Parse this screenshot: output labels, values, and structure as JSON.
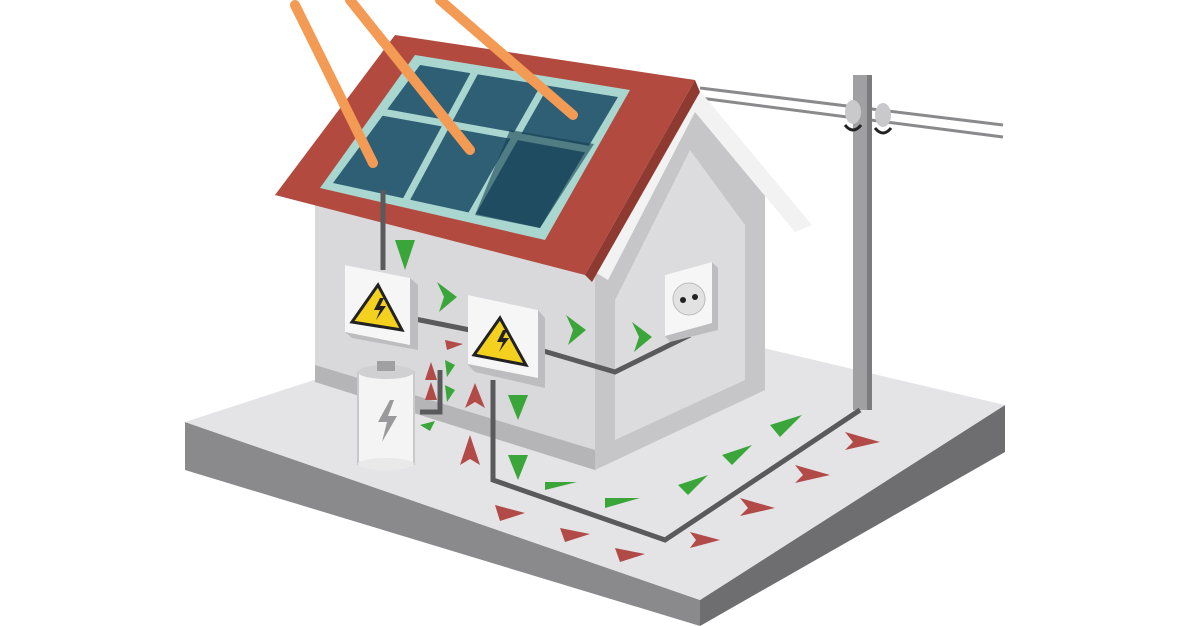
{
  "colors": {
    "background": "#ffffff",
    "roof": "#b24a3f",
    "solar_panel": "#2f5f75",
    "panel_frame": "#a9d6cf",
    "sun_rays": "#f39a55",
    "house_wall": "#d9d9db",
    "ground_top": "#e4e4e6",
    "ground_side": "#8a8a8c",
    "cable": "#5a5a5c",
    "flow_solar": "#3aa63a",
    "flow_grid": "#b24a48",
    "warning_sign": "#f4d11f"
  },
  "icons": [
    "sun-ray",
    "solar-panel",
    "warning-high-voltage-icon",
    "battery-icon",
    "power-outlet-icon",
    "utility-pole"
  ]
}
